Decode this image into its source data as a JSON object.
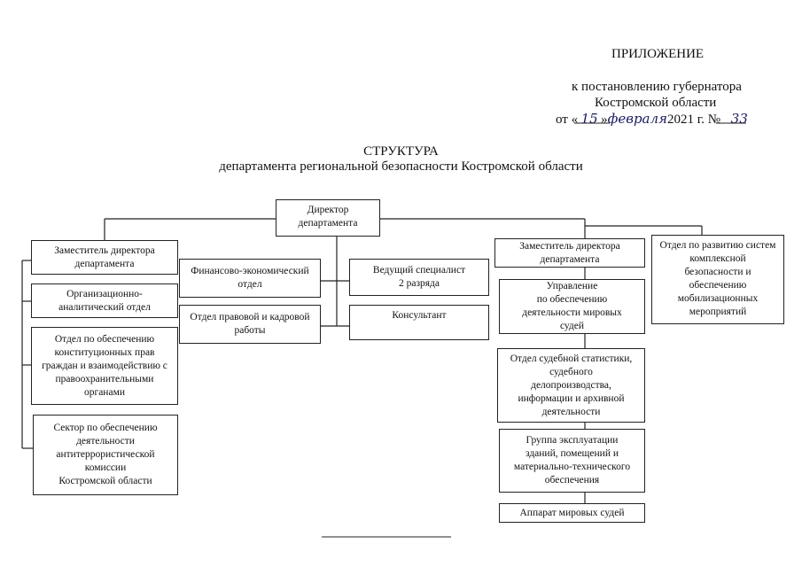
{
  "header": {
    "appendix": "ПРИЛОЖЕНИЕ",
    "line1": "к постановлению губернатора",
    "line2": "Костромской области",
    "date_prefix": "от «",
    "day": "15",
    "date_mid": "»",
    "month": "февраля",
    "year": "2021 г. №",
    "number": "33"
  },
  "title": {
    "main": "СТРУКТУРА",
    "sub": "департамента региональной безопасности Костромской области"
  },
  "boxes": {
    "director": "Директор\nдепартамента",
    "deputy_left": "Заместитель директора\nдепартамента",
    "org_analytic": "Организационно-\nаналитический отдел",
    "constitutional": "Отдел по обеспечению\nконституционных прав\nграждан и взаимодействию с\nправоохранительными\nорганами",
    "antiterror": "Сектор по обеспечению\nдеятельности\nантитеррористической\nкомиссии\nКостромской области",
    "finance": "Финансово-экономический\nотдел",
    "legal_hr": "Отдел правовой и кадровой\nработы",
    "lead_specialist": "Ведущий специалист\n2 разряда",
    "consultant": "Консультант",
    "deputy_right": "Заместитель директора\nдепартамента",
    "magistrates_dept": "Управление\nпо обеспечению\nдеятельности мировых\nсудей",
    "judicial_stats": "Отдел судебной статистики,\nсудебного\nделопроизводства,\nинформации и архивной\nдеятельности",
    "building_ops": "Группа эксплуатации\nзданий, помещений и\nматериально-технического\nобеспечения",
    "magistrates_staff": "Аппарат мировых судей",
    "complex_security": "Отдел по развитию систем\nкомплексной\nбезопасности и\nобеспечению\nмобилизационных\nмероприятий"
  }
}
